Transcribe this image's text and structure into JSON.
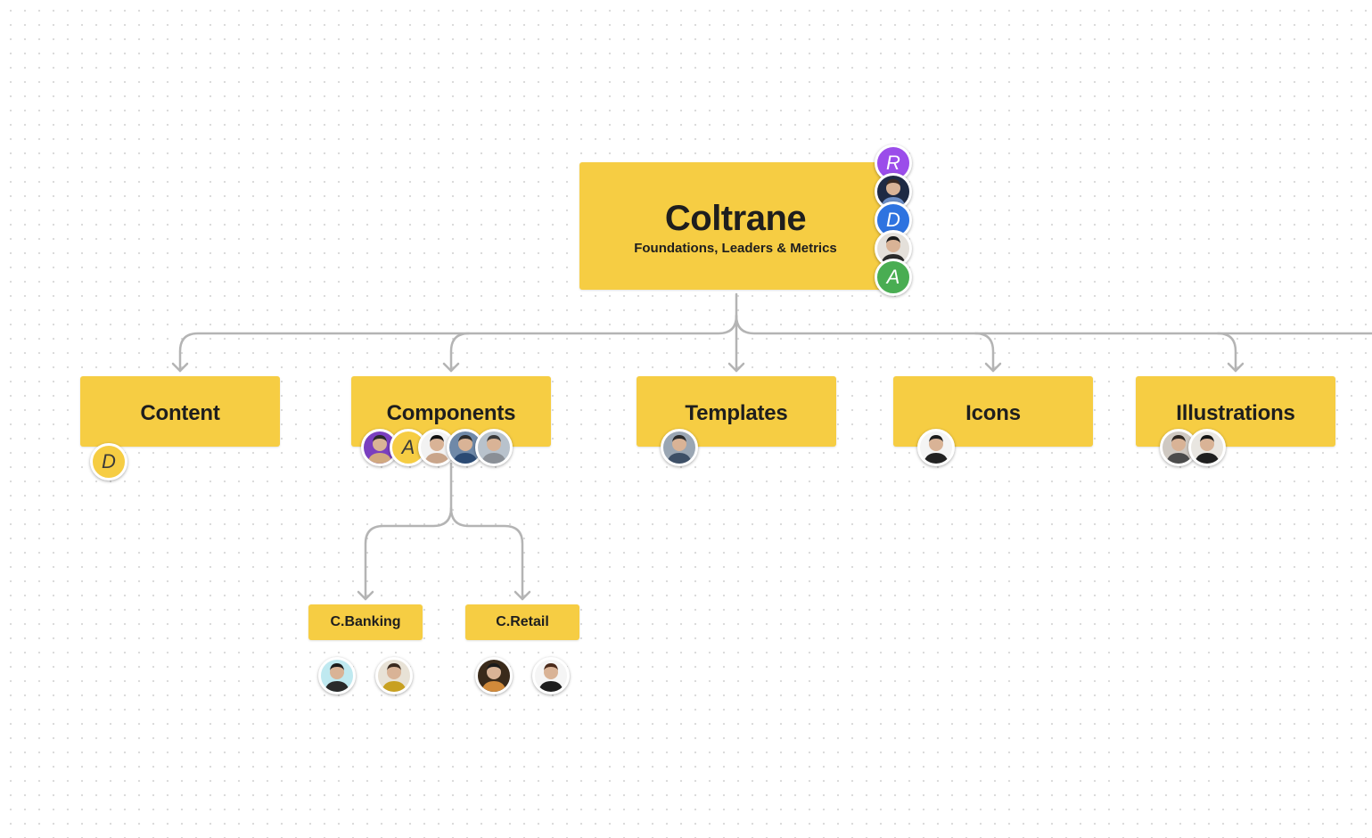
{
  "root": {
    "title": "Coltrane",
    "subtitle": "Foundations, Leaders & Metrics",
    "avatars": [
      {
        "type": "initial",
        "initial": "R",
        "color": "#9b4dea"
      },
      {
        "type": "photo",
        "icon": "person-photo"
      },
      {
        "type": "initial",
        "initial": "D",
        "color": "#2e73e0"
      },
      {
        "type": "photo",
        "icon": "person-photo"
      },
      {
        "type": "initial",
        "initial": "A",
        "color": "#49ad52"
      }
    ]
  },
  "children": [
    {
      "label": "Content",
      "avatars": [
        {
          "type": "initial",
          "initial": "D",
          "color": "#f6cd43"
        }
      ]
    },
    {
      "label": "Components",
      "avatars": [
        {
          "type": "photo",
          "icon": "person-photo"
        },
        {
          "type": "initial",
          "initial": "A",
          "color": "#f6cd43"
        },
        {
          "type": "photo",
          "icon": "person-photo"
        },
        {
          "type": "photo",
          "icon": "person-photo"
        },
        {
          "type": "photo",
          "icon": "person-photo"
        }
      ]
    },
    {
      "label": "Templates",
      "avatars": [
        {
          "type": "photo",
          "icon": "person-photo"
        }
      ]
    },
    {
      "label": "Icons",
      "avatars": [
        {
          "type": "photo",
          "icon": "person-photo"
        }
      ]
    },
    {
      "label": "Illustrations",
      "avatars": [
        {
          "type": "photo",
          "icon": "person-photo"
        },
        {
          "type": "photo",
          "icon": "person-photo"
        }
      ]
    }
  ],
  "sub_children": [
    {
      "label": "C.Banking",
      "avatars": [
        {
          "type": "photo",
          "icon": "person-photo"
        },
        {
          "type": "photo",
          "icon": "person-photo"
        }
      ]
    },
    {
      "label": "C.Retail",
      "avatars": [
        {
          "type": "photo",
          "icon": "person-photo"
        },
        {
          "type": "photo",
          "icon": "person-photo"
        }
      ]
    }
  ],
  "colors": {
    "node": "#f6cd43",
    "connector": "#b4b4b4"
  }
}
